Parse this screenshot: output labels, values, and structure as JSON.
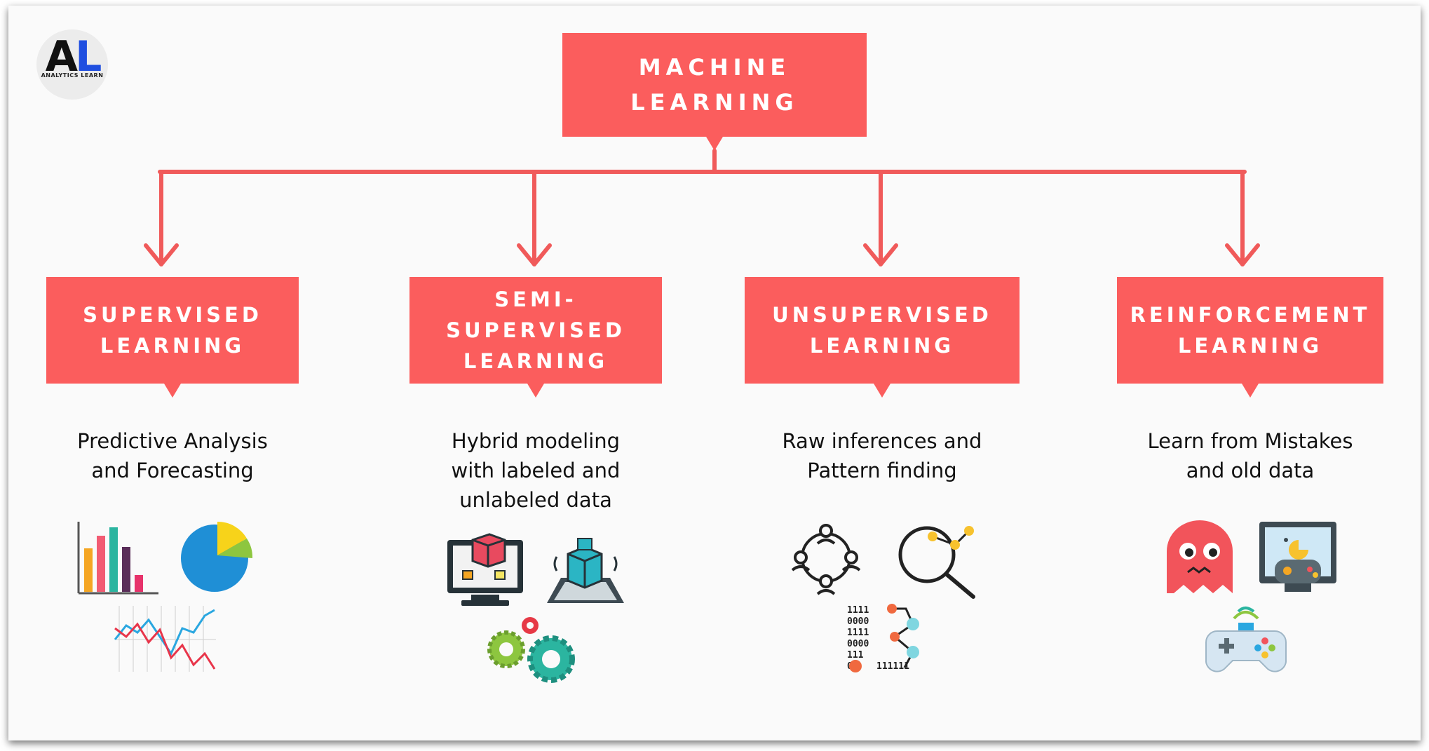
{
  "logo": {
    "letters_a": "A",
    "letters_l": "L",
    "subtitle": "ANALYTICS LEARN"
  },
  "root": {
    "label": "MACHINE\nLEARNING"
  },
  "categories": [
    {
      "label": "SUPERVISED\nLEARNING",
      "description": "Predictive Analysis\nand Forecasting"
    },
    {
      "label": "SEMI-\nSUPERVISED\nLEARNING",
      "description": "Hybrid modeling\nwith labeled and\nunlabeled data"
    },
    {
      "label": "UNSUPERVISED\nLEARNING",
      "description": "Raw inferences and\nPattern finding"
    },
    {
      "label": "REINFORCEMENT\nLEARNING",
      "description": "Learn from Mistakes\nand old data"
    }
  ],
  "colors": {
    "accent": "#fb5d5d",
    "text": "#111111",
    "background": "#fafafa"
  },
  "icons": [
    "bar-chart-icon",
    "pie-chart-icon",
    "line-chart-icon",
    "monitor-cube-icon",
    "hologram-cube-icon",
    "gears-icon",
    "people-network-icon",
    "magnifier-network-icon",
    "binary-network-icon",
    "ghost-icon",
    "arcade-screen-icon",
    "gamepad-icon"
  ]
}
